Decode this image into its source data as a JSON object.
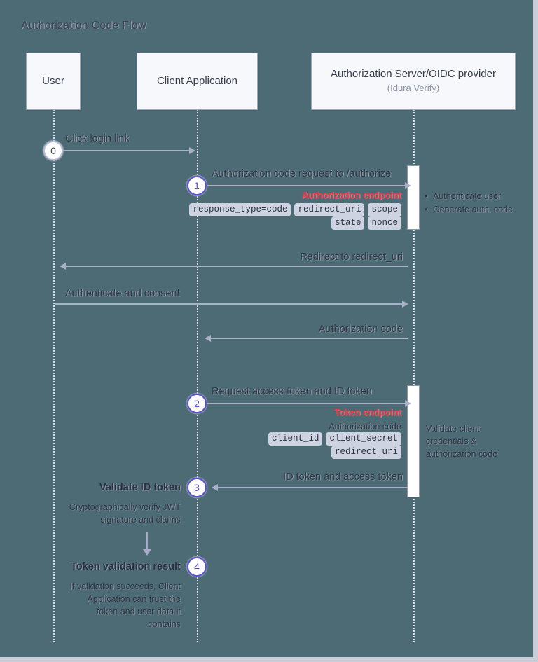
{
  "diagram": {
    "title": "Authorization Code Flow",
    "background_color": "#4d6b74",
    "accent_color": "#5b4fd4",
    "endpoint_color": "#f3353e"
  },
  "participants": [
    {
      "name": "User",
      "subtitle": ""
    },
    {
      "name": "Client Application",
      "subtitle": ""
    },
    {
      "name": "Authorization Server/OIDC provider",
      "subtitle": "(Idura Verify)"
    }
  ],
  "steps": [
    {
      "marker": "0"
    },
    {
      "marker": "1"
    },
    {
      "marker": "2"
    },
    {
      "marker": "3",
      "label": "Validate ID token"
    },
    {
      "marker": "4",
      "label": "Token validation result"
    }
  ],
  "messages": [
    {
      "label": "Click login link"
    },
    {
      "label": "Authorization code request to /authorize"
    },
    {
      "label": "Redirect to redirect_uri"
    },
    {
      "label": "Authenticate and consent"
    },
    {
      "label": "Authorization code"
    },
    {
      "label": "Request access token and ID token"
    },
    {
      "label": "ID token and access token"
    }
  ],
  "endpoints": {
    "authorize": "Authorization endpoint",
    "token": "Token endpoint"
  },
  "authorize_params": {
    "row1": [
      "response_type=code",
      "redirect_uri",
      "scope"
    ],
    "row2": [
      "state",
      "nonce"
    ]
  },
  "token_params": {
    "plain": "Authorization code",
    "row1": [
      "client_id",
      "client_secret"
    ],
    "row2": [
      "redirect_uri"
    ]
  },
  "server_notes": {
    "authorize": [
      "Authenticate user",
      "Generate auth. code"
    ],
    "token": "Validate client credentials & authorization code"
  },
  "client_notes": {
    "validate": "Cryptographically verify JWT signature and claims",
    "result": "If validation succeeds, Client Application can trust the token and user data it contains"
  }
}
